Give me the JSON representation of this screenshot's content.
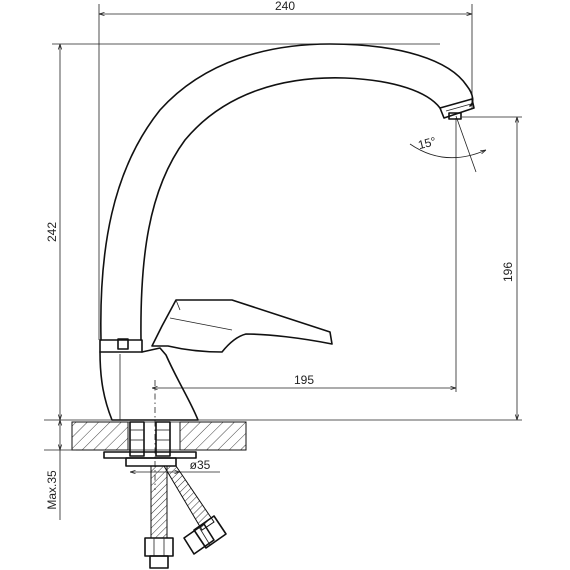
{
  "dimensions": {
    "overall_width": "240",
    "overall_height": "242",
    "spout_height": "196",
    "spout_reach": "195",
    "swivel_angle": "15°",
    "hole_diameter": "ø35",
    "max_countertop": "Max.35"
  },
  "colors": {
    "line": "#111111",
    "hatch": "#444444",
    "background": "#ffffff"
  }
}
